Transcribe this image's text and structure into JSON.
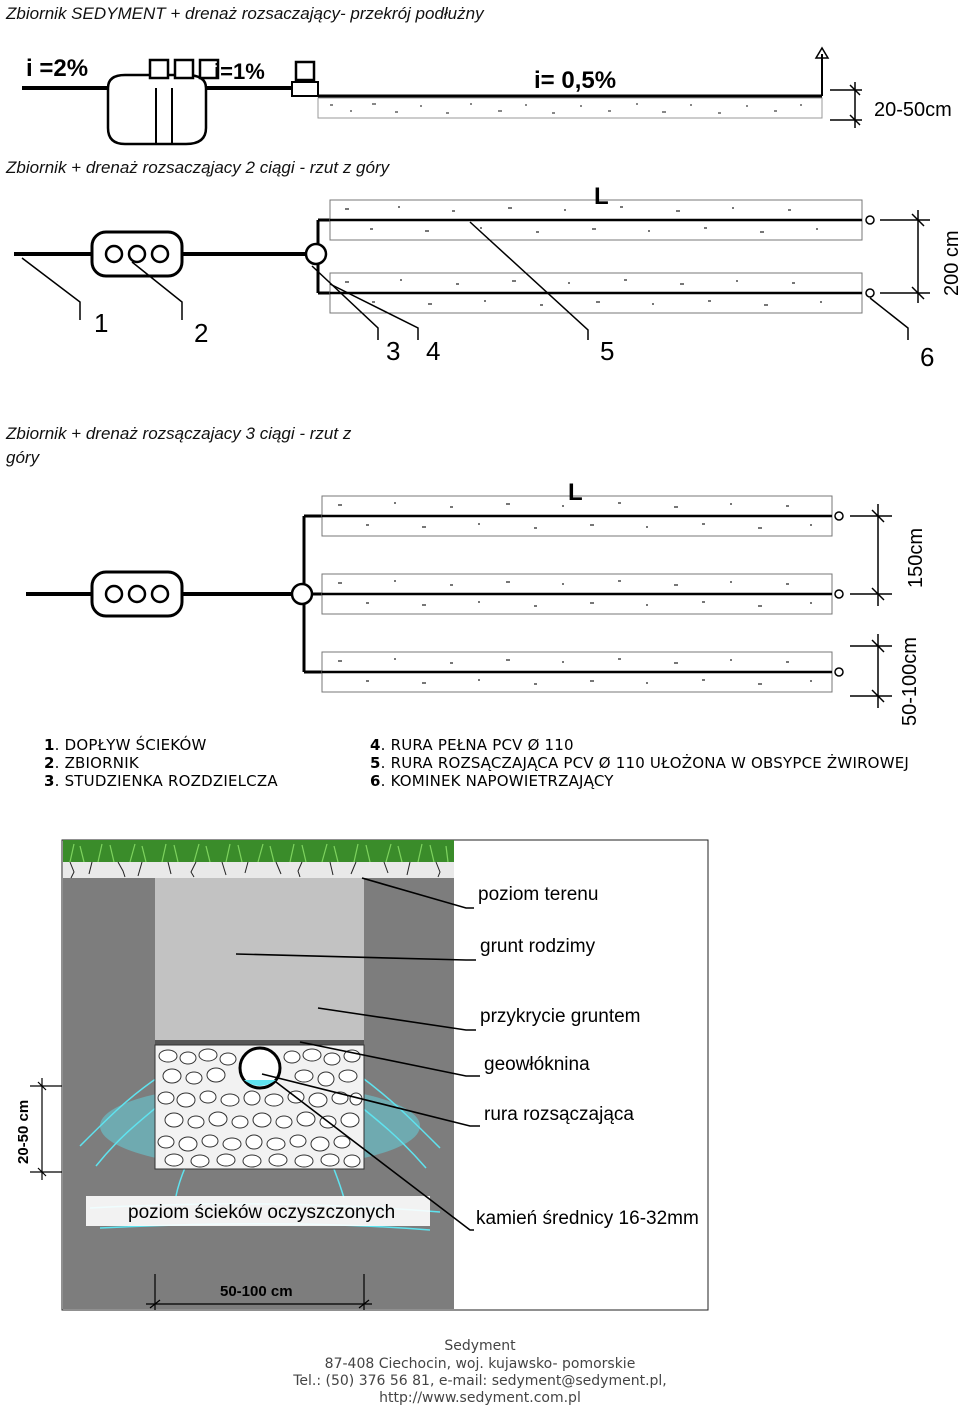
{
  "section1": {
    "title": "Zbiornik SEDYMENT  + drenaż rozsaczający- przekrój podłużny",
    "slope1": "i =2%",
    "slope2": "i=1%",
    "slope3": "i= 0,5%",
    "depth": "20-50cm"
  },
  "section2": {
    "title": "Zbiornik + drenaż rozsacząjacy 2 ciągi  - rzut z góry",
    "length_label": "L",
    "width_label": "200 cm",
    "markers": [
      "1",
      "2",
      "3",
      "4",
      "5",
      "6"
    ]
  },
  "section3": {
    "title_line1": "Zbiornik + drenaż rozsączajacy 3 ciągi  - rzut z",
    "title_line2": "góry",
    "length_label": "L",
    "spacing_label": "150cm",
    "edge_label": "50-100cm"
  },
  "legend": {
    "items": [
      {
        "num": "1",
        "text": ". DOPŁYW ŚCIEKÓW"
      },
      {
        "num": "2",
        "text": ". ZBIORNIK"
      },
      {
        "num": "3",
        "text": ". STUDZIENKA ROZDZIELCZA"
      },
      {
        "num": "4",
        "text": ".  RURA PEŁNA PCV Ø 110"
      },
      {
        "num": "5",
        "text": ".  RURA ROZSĄCZAJĄCA PCV Ø 110 UŁOŻONA W OBSYPCE  ŻWIROWEJ"
      },
      {
        "num": "6",
        "text": ".  KOMINEK NAPOWIETRZAJĄCY"
      }
    ]
  },
  "cross_section": {
    "labels": [
      "poziom terenu",
      "grunt rodzimy",
      "przykrycie gruntem",
      "geowłóknina",
      "rura rozsączająca",
      "kamień średnicy 16-32mm"
    ],
    "effluent_label": "poziom ścieków oczyszczonych",
    "depth_label": "20-50 cm",
    "width_label": "50-100 cm",
    "colors": {
      "grass": "#3a8c2a",
      "native_soil": "#7d7d7d",
      "cover_soil": "#c2c2c2",
      "water": "#5fe3ef"
    }
  },
  "footer": {
    "company": "Sedyment",
    "address": "87-408 Ciechocin, woj. kujawsko- pomorskie",
    "contact": "Tel.: (50) 376 56 81, e-mail: sedyment@sedyment.pl,",
    "website": "http://www.sedyment.com.pl"
  }
}
